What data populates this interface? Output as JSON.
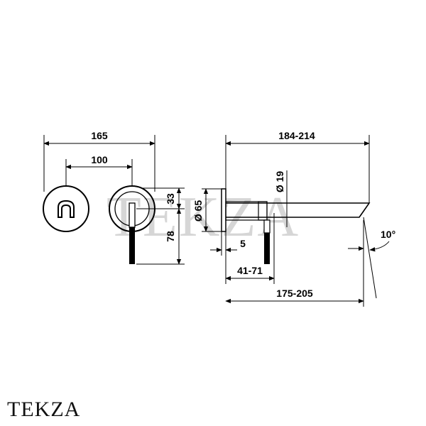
{
  "watermark": "TEKZA",
  "brand": "TEKZA",
  "dimensions": {
    "overall_width": "165",
    "spacing": "100",
    "handle_top": "33",
    "handle_length": "78",
    "plate_diameter": "Ø 65",
    "spout_diameter": "Ø 19",
    "projection_total": "184-214",
    "plate_thickness": "5",
    "depth_range": "41-71",
    "spout_length": "175-205",
    "angle": "10°"
  }
}
